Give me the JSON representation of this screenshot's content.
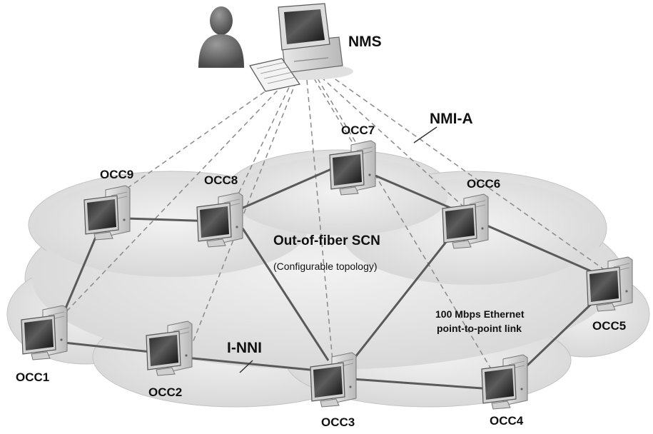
{
  "nms": {
    "label": "NMS"
  },
  "nmi_label": "NMI-A",
  "inni_label": "I-NNI",
  "cloud": {
    "title": "Out-of-fiber SCN",
    "subtitle": "(Configurable topology)"
  },
  "link_note": {
    "line1": "100 Mbps Ethernet",
    "line2": "point-to-point link"
  },
  "nodes": {
    "occ1": "OCC1",
    "occ2": "OCC2",
    "occ3": "OCC3",
    "occ4": "OCC4",
    "occ5": "OCC5",
    "occ6": "OCC6",
    "occ7": "OCC7",
    "occ8": "OCC8",
    "occ9": "OCC9"
  },
  "colors": {
    "cloud": "#e3e3e3",
    "link": "#5a5a5a",
    "dashed": "#8a8a8a",
    "text": "#111111"
  }
}
